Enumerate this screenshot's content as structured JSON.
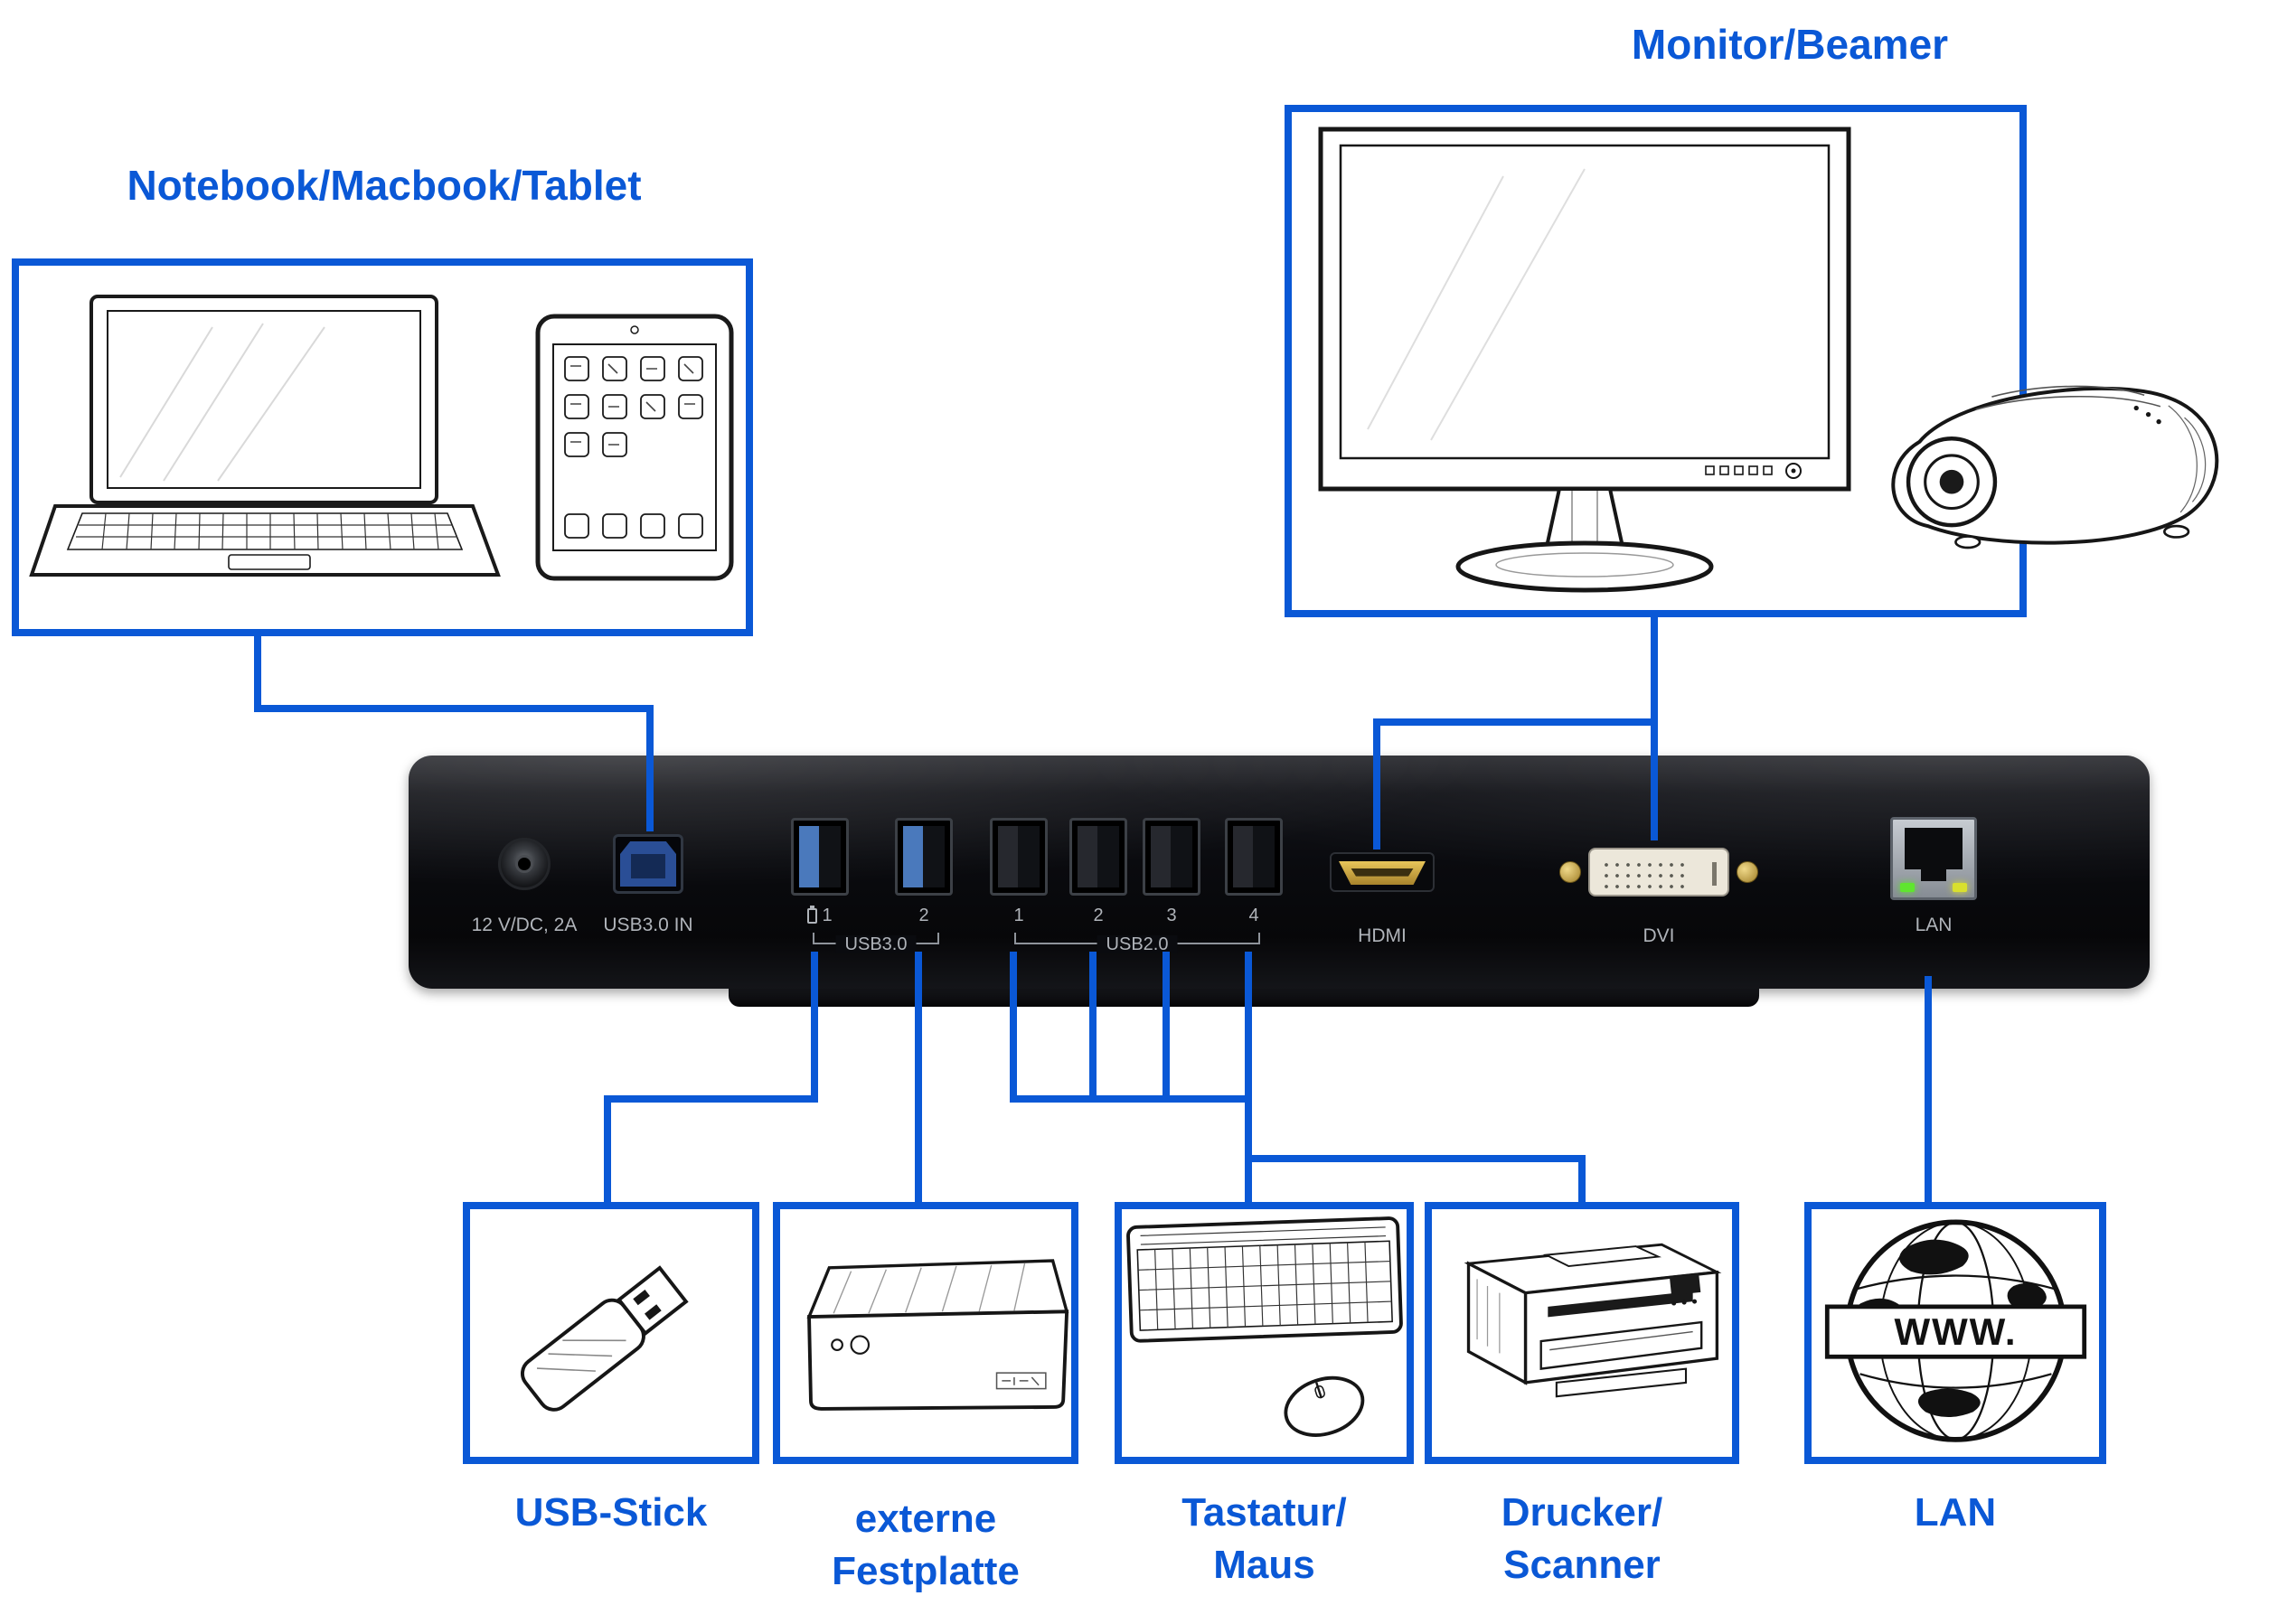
{
  "colors": {
    "accent_blue": "#0a58d6",
    "dock_black": "#0a0b0f",
    "port_label_gray": "#b0b4ba"
  },
  "titles": {
    "notebook": "Notebook/Macbook/Tablet",
    "monitor": "Monitor/Beamer"
  },
  "bottom_labels": {
    "usb_stick": "USB-Stick",
    "festplatte_line1": "externe",
    "festplatte_line2": "Festplatte",
    "tastatur_line1": "Tastatur/",
    "tastatur_line2": "Maus",
    "drucker_line1": "Drucker/",
    "drucker_line2": "Scanner",
    "lan": "LAN"
  },
  "dock": {
    "power_label": "12 V/DC, 2A",
    "usb3_in_label": "USB3.0 IN",
    "usb3_group_label": "USB3.0",
    "usb2_group_label": "USB2.0",
    "hdmi_label": "HDMI",
    "dvi_label": "DVI",
    "lan_label": "LAN",
    "usb3_port_numbers": [
      "1",
      "2"
    ],
    "usb2_port_numbers": [
      "1",
      "2",
      "3",
      "4"
    ]
  },
  "globe": {
    "www_text": "WWW."
  }
}
